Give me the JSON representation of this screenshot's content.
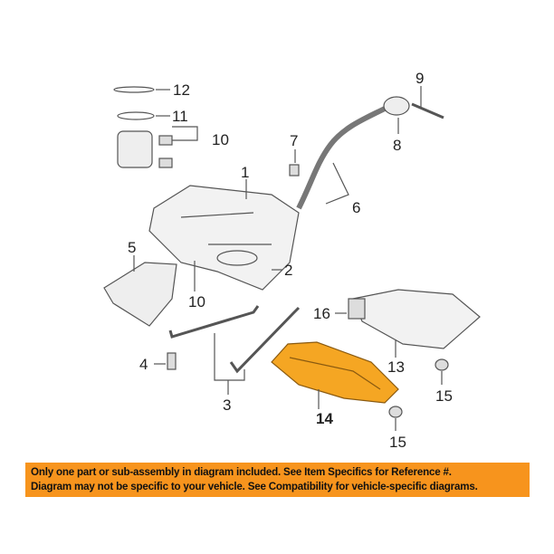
{
  "callouts": [
    {
      "id": "12",
      "text": "12"
    },
    {
      "id": "11",
      "text": "11"
    },
    {
      "id": "10a",
      "text": "10"
    },
    {
      "id": "9",
      "text": "9"
    },
    {
      "id": "8",
      "text": "8"
    },
    {
      "id": "7",
      "text": "7"
    },
    {
      "id": "1",
      "text": "1"
    },
    {
      "id": "6",
      "text": "6"
    },
    {
      "id": "5",
      "text": "5"
    },
    {
      "id": "2",
      "text": "2"
    },
    {
      "id": "10b",
      "text": "10"
    },
    {
      "id": "16",
      "text": "16"
    },
    {
      "id": "4",
      "text": "4"
    },
    {
      "id": "13",
      "text": "13"
    },
    {
      "id": "15a",
      "text": "15"
    },
    {
      "id": "3",
      "text": "3"
    },
    {
      "id": "14",
      "text": "14"
    },
    {
      "id": "15b",
      "text": "15"
    }
  ],
  "highlight_color": "#f5a623",
  "banner": {
    "line1": "Only one part or sub-assembly in diagram included. See Item Specifics for Reference #.",
    "line2": "Diagram may not be specific to your vehicle. See Compatibility for vehicle-specific diagrams.",
    "color": "#f7941d"
  }
}
